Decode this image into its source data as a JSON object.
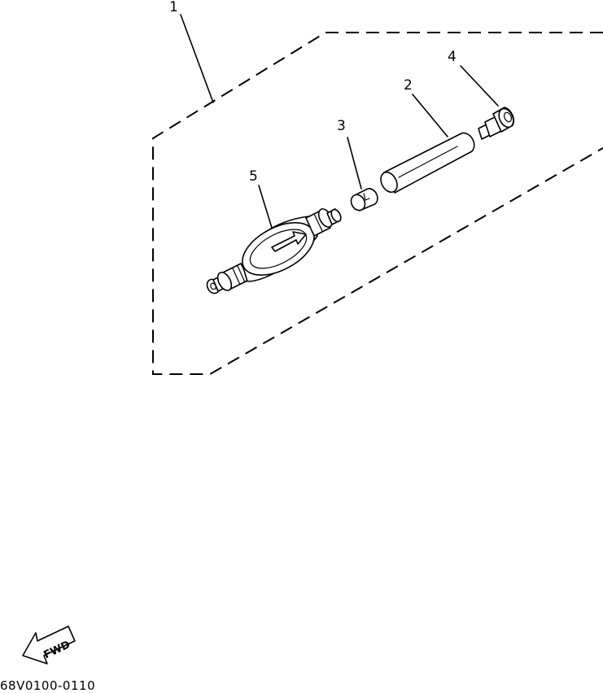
{
  "callouts": {
    "c1": "1",
    "c2": "2",
    "c3": "3",
    "c4": "4",
    "c5": "5"
  },
  "fwd_label": "FWD",
  "part_code": "68V0100-0110",
  "icons": {
    "fwd_arrow": "fwd-arrow-icon"
  }
}
